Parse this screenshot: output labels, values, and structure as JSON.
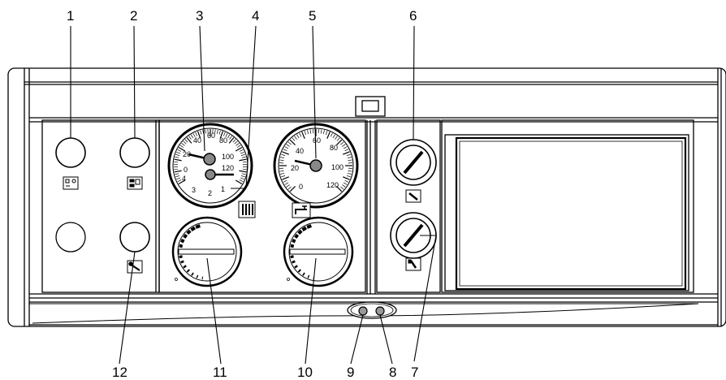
{
  "callouts": [
    "1",
    "2",
    "3",
    "4",
    "5",
    "6",
    "7",
    "8",
    "9",
    "10",
    "11",
    "12"
  ],
  "gauge_left": {
    "outer_scale": [
      "0",
      "20",
      "40",
      "60",
      "80",
      "100",
      "120"
    ],
    "inner_scale": [
      "4",
      "3",
      "2",
      "1"
    ]
  },
  "gauge_right": {
    "scale": [
      "0",
      "20",
      "40",
      "60",
      "80",
      "100",
      "120"
    ]
  },
  "icons": {
    "switch_1": "burner-service-icon",
    "switch_2": "emission-test-icon",
    "switch_12": "wrench-service-icon",
    "fuse_6": "fuse-icon",
    "fuse_7": "fuse-blown-icon",
    "heating": "radiator-icon",
    "hot_water": "tap-icon"
  },
  "colors": {
    "line": "#000000",
    "panel": "#ffffff",
    "grey": "#555555"
  }
}
